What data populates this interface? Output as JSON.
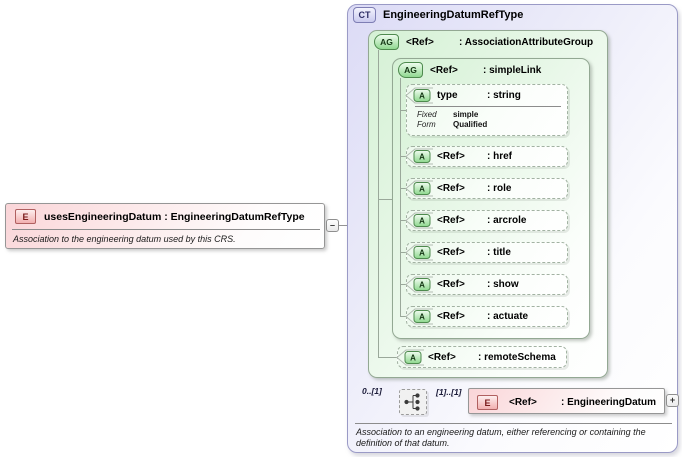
{
  "badges": {
    "complex_type": "CT",
    "attribute_group": "AG",
    "attribute": "A",
    "element": "E"
  },
  "source_element": {
    "title": "usesEngineeringDatum : EngineeringDatumRefType",
    "annotation": "Association to the engineering datum used by this CRS.",
    "collapse_button": "–"
  },
  "complex_type": {
    "title": "EngineeringDatumRefType",
    "annotation": "Association to an engineering datum, either referencing or containing the definition of that datum.",
    "association_group": {
      "name": "<Ref>",
      "type": ": AssociationAttributeGroup",
      "simple_link": {
        "name": "<Ref>",
        "type": ": simpleLink",
        "type_attribute": {
          "name": "type",
          "type": ": string",
          "facets": [
            {
              "label": "Fixed",
              "value": "simple"
            },
            {
              "label": "Form",
              "value": "Qualified"
            }
          ]
        },
        "attributes": [
          {
            "name": "<Ref>",
            "type": ": href"
          },
          {
            "name": "<Ref>",
            "type": ": role"
          },
          {
            "name": "<Ref>",
            "type": ": arcrole"
          },
          {
            "name": "<Ref>",
            "type": ": title"
          },
          {
            "name": "<Ref>",
            "type": ": show"
          },
          {
            "name": "<Ref>",
            "type": ": actuate"
          }
        ]
      },
      "remote_schema": {
        "name": "<Ref>",
        "type": ": remoteSchema"
      }
    },
    "sequence": {
      "cardinality": "0..[1]",
      "element_cardinality": "[1]..[1]",
      "element": {
        "name": "<Ref>",
        "type": ": EngineeringDatum",
        "expand_button": "+"
      }
    }
  }
}
